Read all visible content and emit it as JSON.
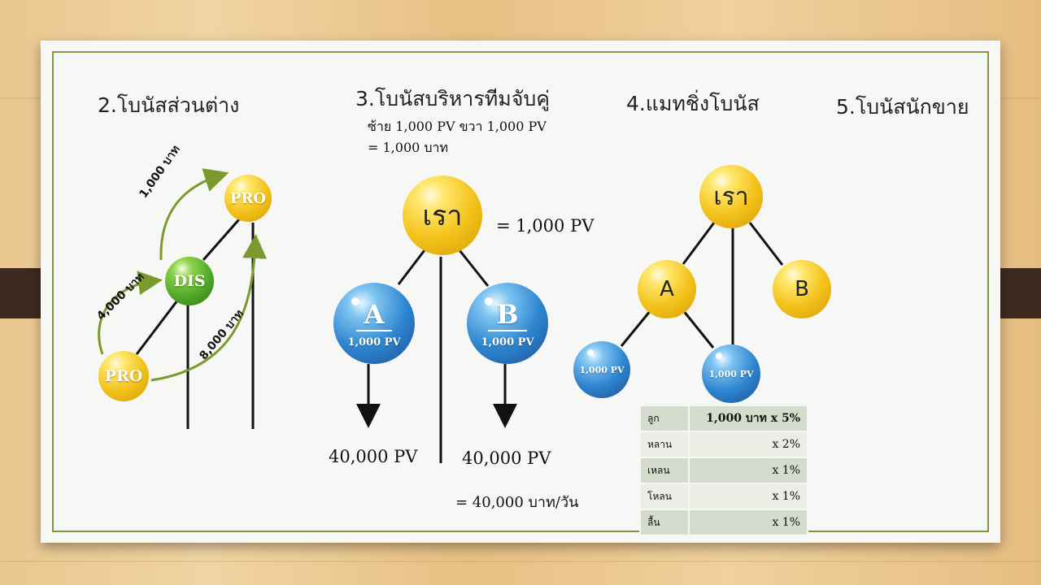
{
  "headings": {
    "h2": "2.โบนัสส่วนต่าง",
    "h3": "3.โบนัสบริหารทีมจับคู่",
    "h4": "4.แมทชิ่งโบนัส",
    "h5": "5.โบนัสนักขาย"
  },
  "section2": {
    "pro_top": "PRO",
    "dis": "DIS",
    "pro_bottom": "PRO",
    "arrow_1000": "1,000 บาท",
    "arrow_4000": "4,000 บาท",
    "arrow_8000": "8,000 บาท"
  },
  "section3": {
    "condition_line1": "ซ้าย 1,000 PV ขวา 1,000 PV",
    "condition_line2": "= 1,000 บาท",
    "root_label": "เรา",
    "root_pv": "= 1,000 PV",
    "left_letter": "A",
    "left_pv": "1,000 PV",
    "right_letter": "B",
    "right_pv": "1,000 PV",
    "left_total": "40,000 PV",
    "right_total": "40,000 PV",
    "daily": "= 40,000 บาท/วัน"
  },
  "section4": {
    "root_label": "เรา",
    "a_label": "A",
    "b_label": "B",
    "child1_pv": "1,000 PV",
    "child2_pv": "1,000 PV",
    "table": [
      {
        "level": "ลูก",
        "rate": "1,000 บาท x 5%"
      },
      {
        "level": "หลาน",
        "rate": "x 2%"
      },
      {
        "level": "เหลน",
        "rate": "x 1%"
      },
      {
        "level": "โหลน",
        "rate": "x 1%"
      },
      {
        "level": "ลื้น",
        "rate": "x 1%"
      }
    ]
  },
  "colors": {
    "frame": "#7c9a3c",
    "arrow": "#7a9a2e",
    "gold": "#f3c21a",
    "green": "#4ea626",
    "blue": "#2e86d0"
  }
}
